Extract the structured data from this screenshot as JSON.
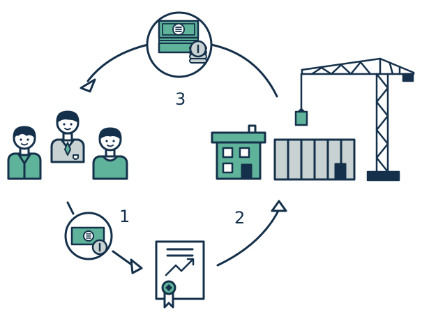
{
  "steps": {
    "step1": "1",
    "step2": "2",
    "step3": "3"
  },
  "colors": {
    "navy": "#14304a",
    "teal": "#5fb39a",
    "grey": "#c9d2d2",
    "white": "#ffffff"
  },
  "icons": [
    "investors-icon",
    "cash-coins-icon",
    "cash-coin-icon",
    "certificate-icon",
    "building-icon",
    "warehouse-icon",
    "crane-icon"
  ]
}
